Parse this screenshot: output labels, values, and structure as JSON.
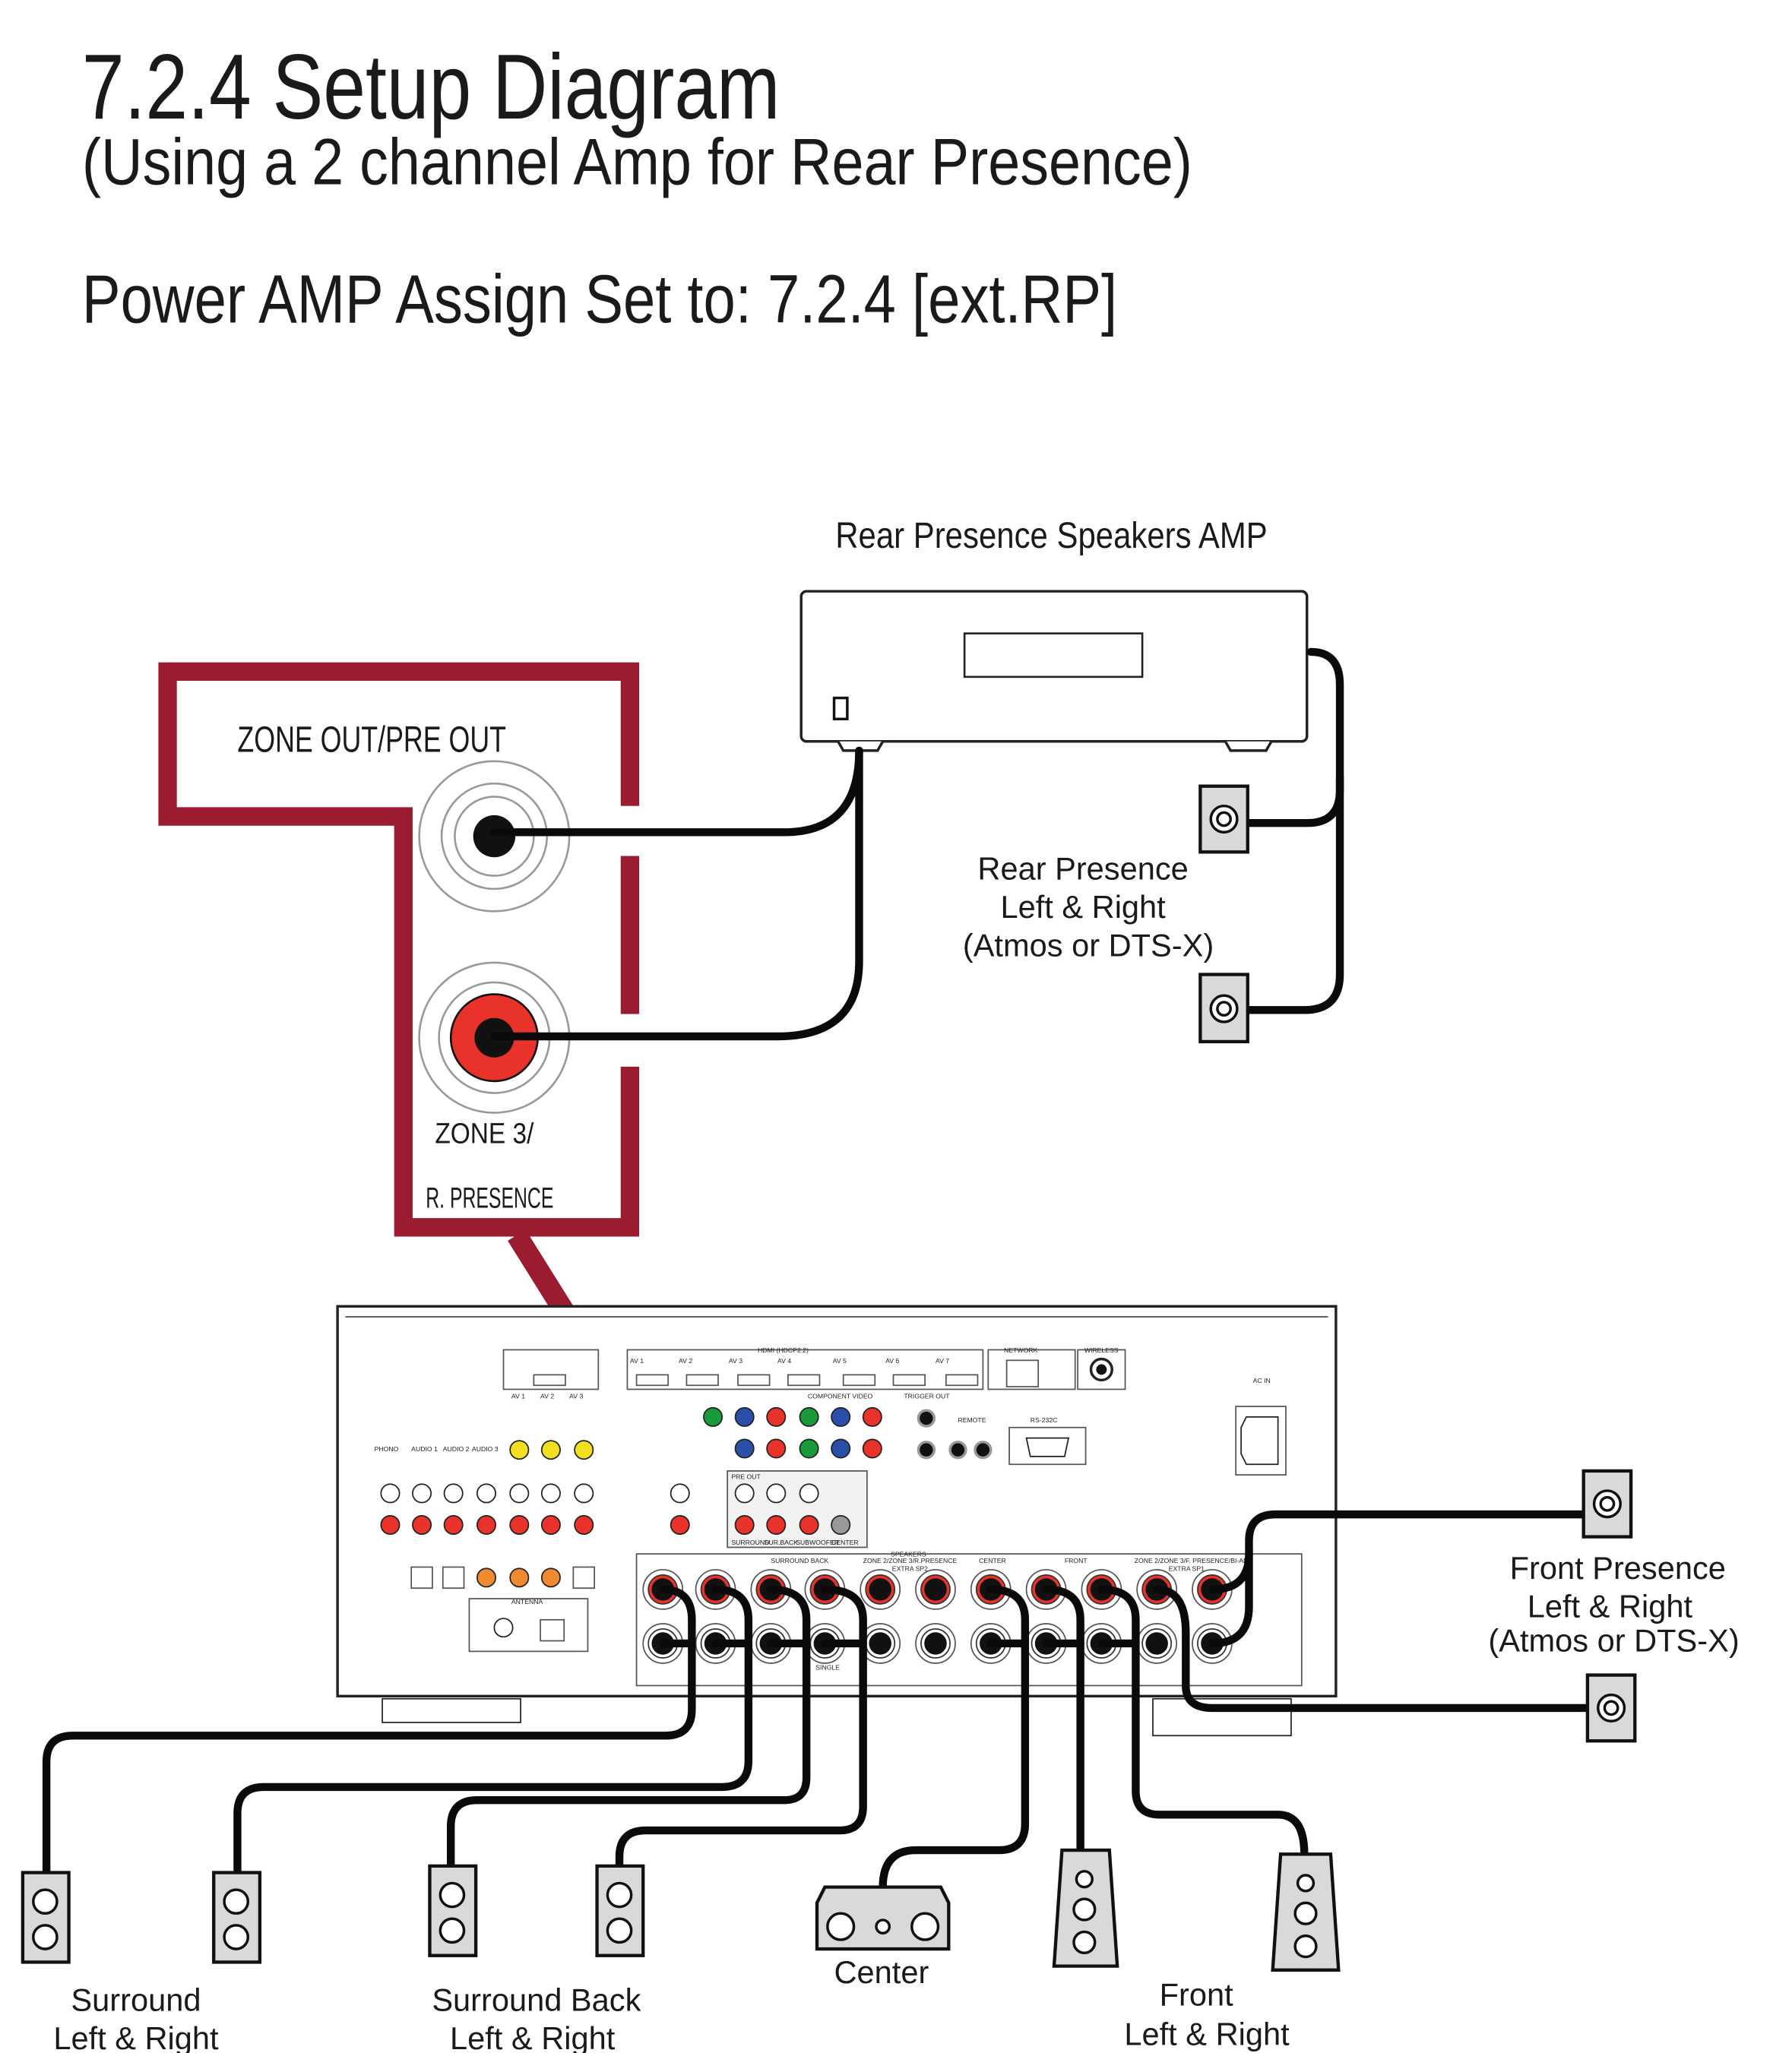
{
  "header": {
    "title": "7.2.4 Setup Diagram",
    "subtitle": "(Using a 2 channel Amp for Rear Presence)",
    "assign": "Power AMP Assign Set to: 7.2.4 [ext.RP]"
  },
  "amp": {
    "label": "Rear Presence Speakers AMP"
  },
  "rear_presence": {
    "line1": "Rear Presence",
    "line2": "Left & Right",
    "line3": "(Atmos or DTS-X)"
  },
  "callout": {
    "title": "ZONE OUT/PRE OUT",
    "jack_label1": "ZONE 3/",
    "jack_label2": "R. PRESENCE"
  },
  "receiver": {
    "hdmi": "HDMI (HDCP2.2)",
    "hdmi_inputs": [
      "AV 1",
      "AV 2",
      "AV 3",
      "AV 4",
      "AV 5",
      "AV 6",
      "AV 7"
    ],
    "network": "NETWORK",
    "wireless": "WIRELESS",
    "ac_in": "AC IN",
    "component_video": "COMPONENT VIDEO",
    "trigger_out": "TRIGGER OUT",
    "remote": "REMOTE",
    "rs232c": "RS-232C",
    "phono": "PHONO",
    "audio": [
      "AUDIO 1",
      "AUDIO 2",
      "AUDIO 3"
    ],
    "av": [
      "AV 1",
      "AV 2",
      "AV 3"
    ],
    "antenna": "ANTENNA",
    "pre_out": "PRE OUT",
    "pre_out_labels": [
      "SURROUND",
      "SUR.BACK",
      "SUBWOOFER",
      "CENTER"
    ],
    "speakers": "SPEAKERS",
    "speaker_groups": [
      "SURROUND BACK",
      "ZONE 2/ZONE 3/R.PRESENCE",
      "CENTER",
      "FRONT",
      "ZONE 2/ZONE 3/F. PRESENCE/BI-AMP"
    ],
    "extra_sp": [
      "EXTRA SP2",
      "EXTRA SP1"
    ],
    "single": "SINGLE"
  },
  "front_presence": {
    "line1": "Front Presence",
    "line2": "Left & Right",
    "line3": "(Atmos or DTS-X)"
  },
  "speakers": {
    "surround": {
      "line1": "Surround",
      "line2": "Left & Right"
    },
    "surround_back": {
      "line1": "Surround Back",
      "line2": "Left & Right"
    },
    "center": {
      "line1": "Center"
    },
    "front": {
      "line1": "Front",
      "line2": "Left & Right"
    }
  },
  "colors": {
    "callout": "#9b1b30",
    "rca_red": "#e8322a",
    "cable": "#0a0a0a"
  }
}
